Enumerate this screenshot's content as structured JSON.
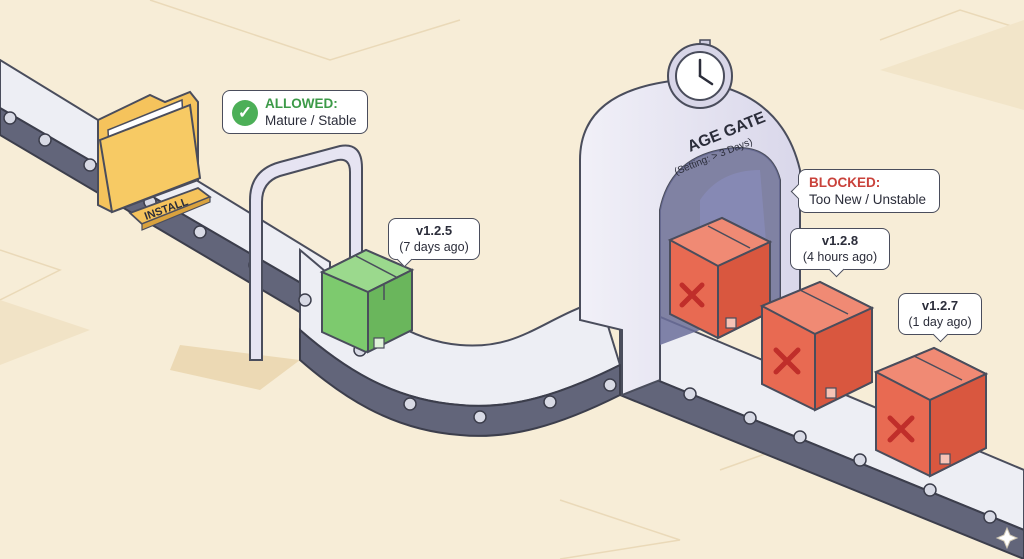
{
  "install_label": "INSTALL",
  "allowed": {
    "title": "ALLOWED:",
    "subtitle": "Mature / Stable",
    "icon": "check-circle-icon",
    "color": "#4caf57"
  },
  "blocked": {
    "title": "BLOCKED:",
    "subtitle": "Too New / Unstable",
    "color": "#c9413a"
  },
  "gate": {
    "title": "AGE GATE",
    "setting": "(Setting: > 3 Days)",
    "icon": "clock-icon"
  },
  "packages": [
    {
      "version": "v1.2.5",
      "age": "(7 days ago)",
      "status": "allowed"
    },
    {
      "version": "v1.2.8",
      "age": "(4 hours ago)",
      "status": "blocked"
    },
    {
      "version": "v1.2.7",
      "age": "(1 day ago)",
      "status": "blocked"
    }
  ],
  "colors": {
    "background": "#f7edd7",
    "allowed_box": "#7dca6e",
    "blocked_box": "#e86a52",
    "folder": "#f5c35c",
    "gate": "#e6e4f2"
  }
}
